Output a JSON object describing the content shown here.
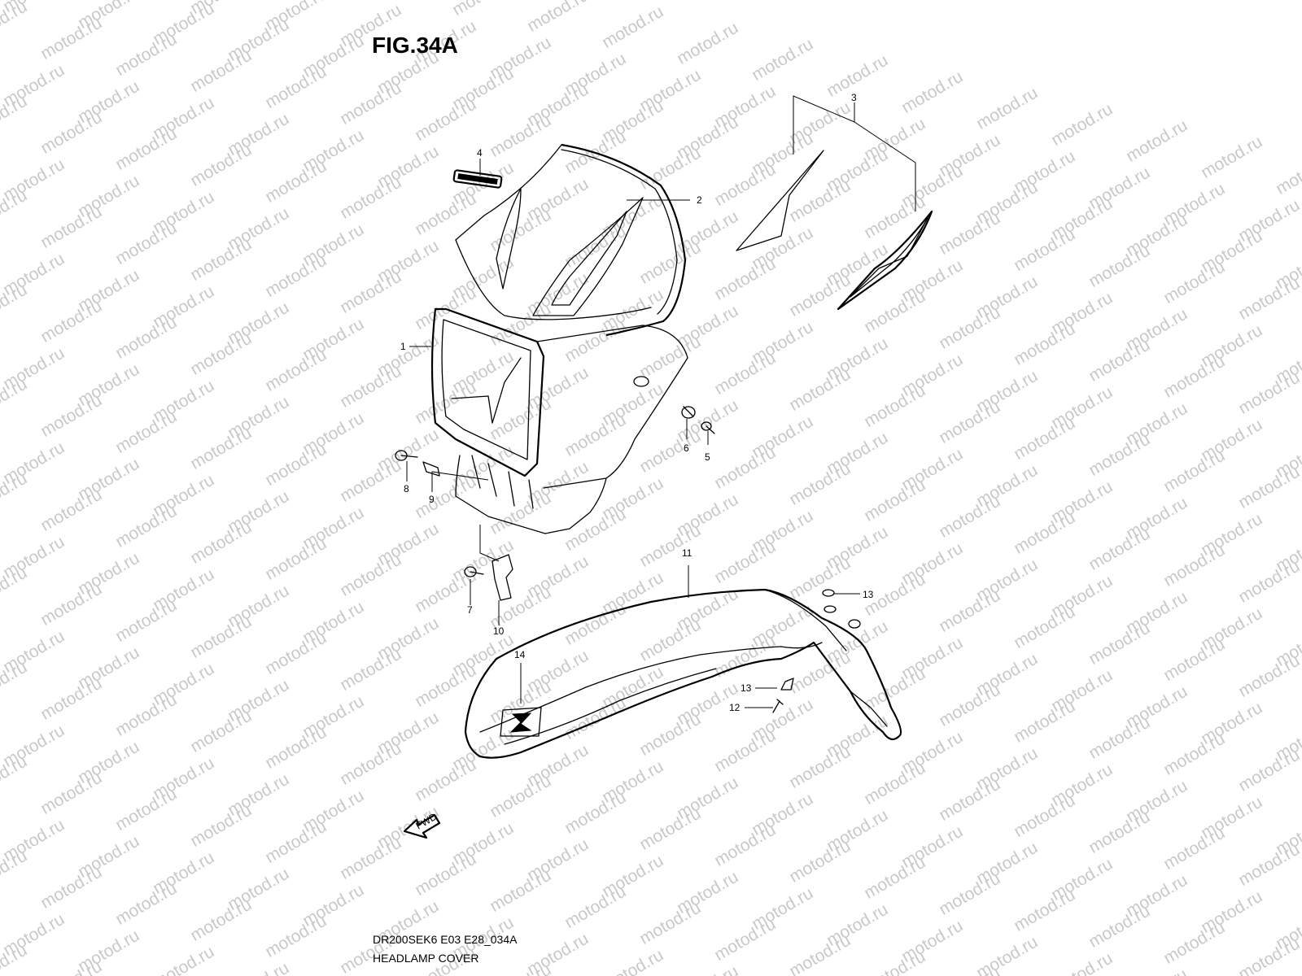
{
  "figure": {
    "title": "FIG.34A"
  },
  "caption": {
    "code": "DR200SEK6 E03 E28_034A",
    "name": "HEADLAMP COVER"
  },
  "watermark": {
    "text": "motod.ru"
  },
  "direction_marker": {
    "label": "FWD"
  },
  "callouts": [
    "1",
    "2",
    "3",
    "4",
    "5",
    "6",
    "7",
    "8",
    "9",
    "10",
    "11",
    "12",
    "13",
    "13",
    "14"
  ]
}
